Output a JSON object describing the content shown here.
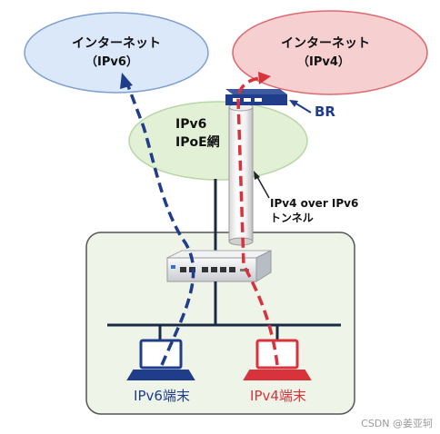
{
  "clouds": {
    "ipv6_internet": {
      "line1": "インターネット",
      "line2": "（IPv6）",
      "fill": "#dbe8fa",
      "stroke": "#7f9fd0"
    },
    "ipv4_internet": {
      "line1": "インターネット",
      "line2": "（IPv4）",
      "fill": "#f6cfd1",
      "stroke": "#dc6b70"
    },
    "ipoe_network": {
      "line1": "IPv6",
      "line2": "IPoE網",
      "fill": "#e2f0d6",
      "stroke": "#b9d6a6"
    }
  },
  "br": {
    "label": "BR",
    "color": "#1f3d8a"
  },
  "tunnel": {
    "line1": "IPv4 over IPv6",
    "line2": "トンネル"
  },
  "terminals": {
    "ipv6": {
      "label": "IPv6端末",
      "color": "#1f3d8a"
    },
    "ipv4": {
      "label": "IPv4端末",
      "color": "#d8323c"
    }
  },
  "paths": {
    "ipv6_color": "#1f3d8a",
    "ipv4_color": "#d8323c"
  },
  "lan": {
    "fill": "#eef5e8",
    "stroke": "#555555"
  },
  "watermark": "CSDN @姜亚轲"
}
